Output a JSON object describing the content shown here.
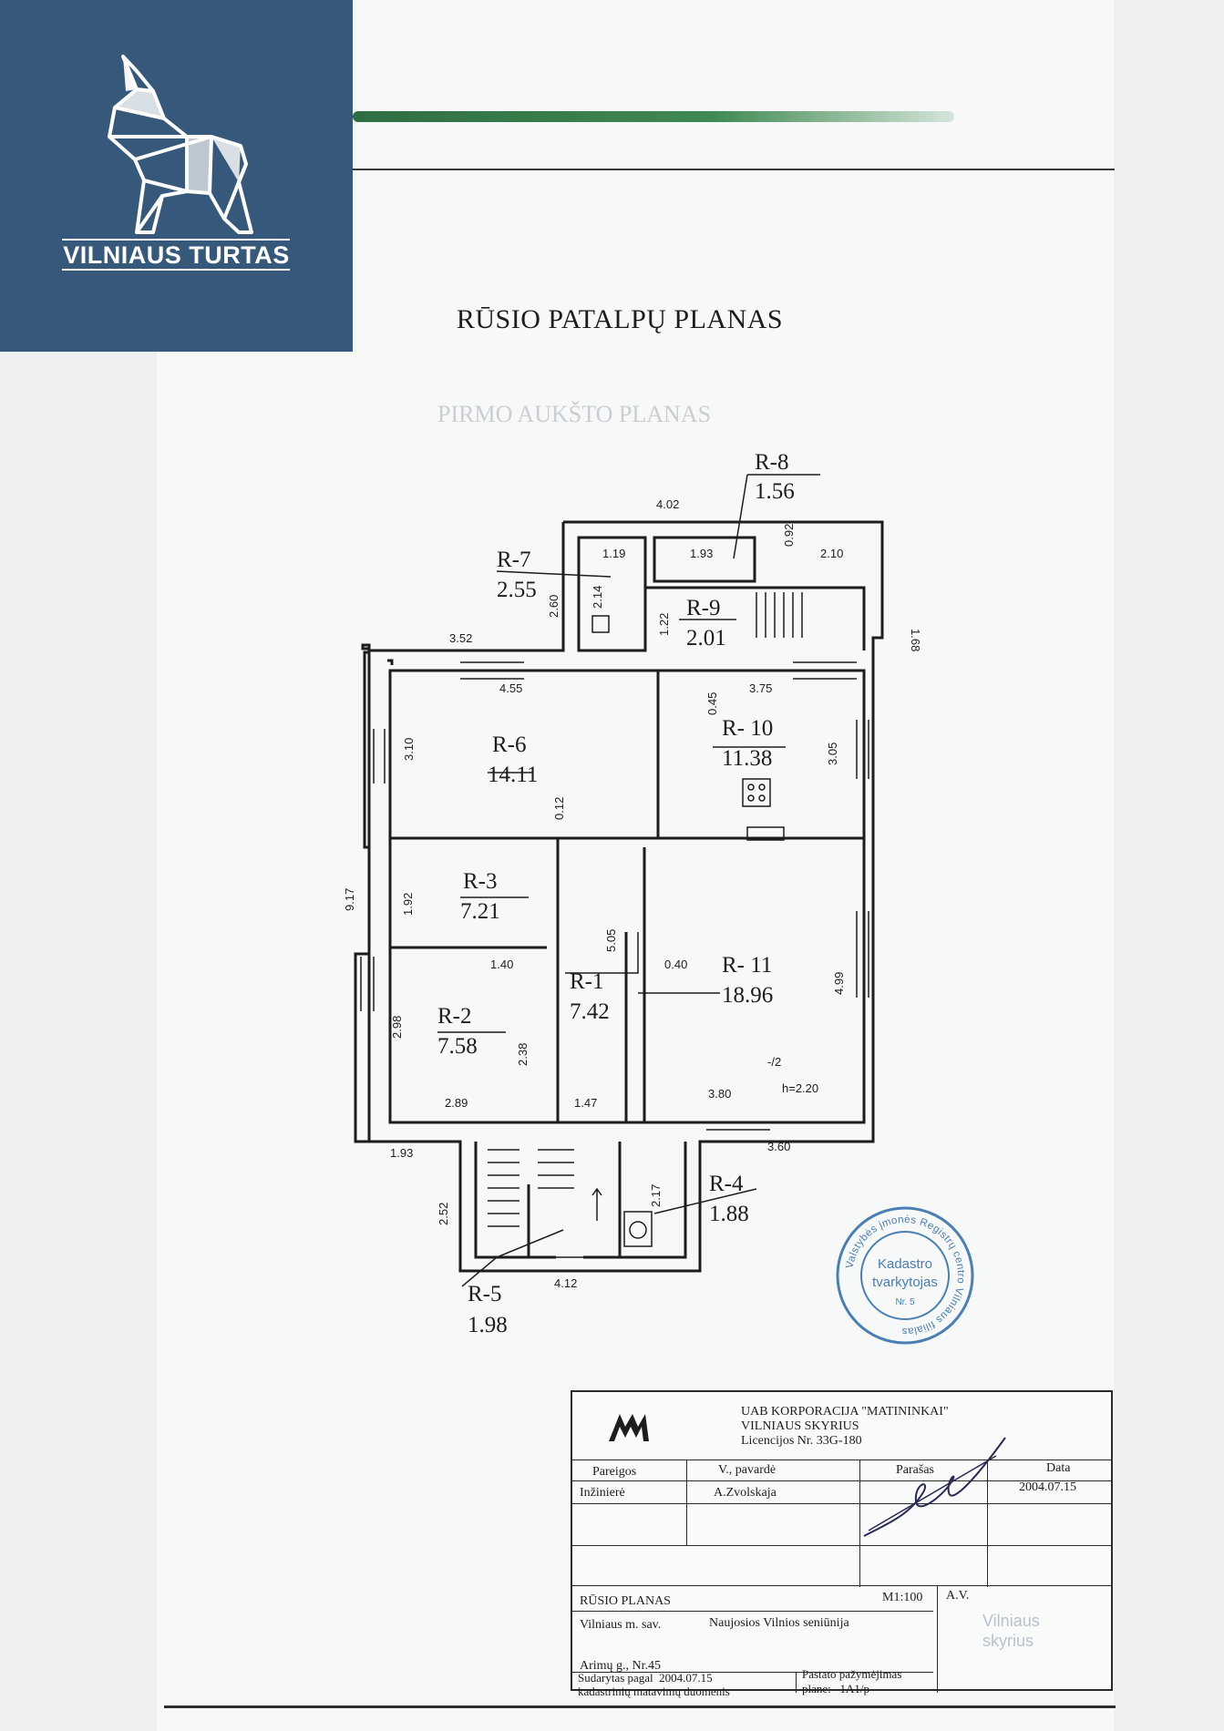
{
  "brand": {
    "name": "VILNIAUS TURTAS",
    "logo_icon": "wolf-logo-icon",
    "background": "#36587a"
  },
  "plan": {
    "title": "RŪSIO PATALPŲ PLANAS",
    "ghost_title": "PIRMO AUKŠTO PLANAS",
    "rooms": [
      {
        "id": "R-1",
        "area": "7.42"
      },
      {
        "id": "R-2",
        "area": "7.58"
      },
      {
        "id": "R-3",
        "area": "7.21"
      },
      {
        "id": "R-4",
        "area": "1.88"
      },
      {
        "id": "R-5",
        "area": "1.98"
      },
      {
        "id": "R-6",
        "area": "14.11"
      },
      {
        "id": "R-7",
        "area": "2.55"
      },
      {
        "id": "R-8",
        "area": "1.56"
      },
      {
        "id": "R-9",
        "area": "2.01"
      },
      {
        "id": "R- 10",
        "area": "11.38"
      },
      {
        "id": "R- 11",
        "area": "18.96"
      }
    ],
    "dimensions": [
      "4.02",
      "0.92",
      "2.10",
      "1.68",
      "1.19",
      "1.93",
      "2.14",
      "2.60",
      "1.22",
      "3.52",
      "4.55",
      "3.75",
      "0.45",
      "3.10",
      "3.05",
      "0.12",
      "9.17",
      "1.92",
      "5.05",
      "0.40",
      "1.40",
      "4.99",
      "2.98",
      "2.38",
      "2.89",
      "1.47",
      "3.80",
      "h=2.20",
      "1.93",
      "3.60",
      "2.52",
      "2.17",
      "4.12",
      "-/2"
    ]
  },
  "stamp": {
    "ring_text": "Valstybės įmonės Registrų centro Vilniaus filialas",
    "center_line1": "Kadastro",
    "center_line2": "tvarkytojas",
    "number": "Nr. 5",
    "color": "#4a7fb6"
  },
  "title_block": {
    "company_line1": "UAB KORPORACIJA \"MATININKAI\"",
    "company_line2": "VILNIAUS SKYRIUS",
    "company_line3": "Licencijos Nr. 33G-180",
    "col_position": "Pareigos",
    "col_name": "V., pavardė",
    "col_signature": "Parašas",
    "col_date": "Data",
    "position": "Inžinierė",
    "name": "A.Zvolskaja",
    "date": "2004.07.15",
    "plan_name": "RŪSIO PLANAS",
    "scale": "M1:100",
    "sheet": "A.V.",
    "municipality": "Vilniaus m. sav.",
    "eldership": "Naujosios Vilnios seniūnija",
    "address": "Arimų g., Nr.45",
    "compiled_label": "Sudarytas pagal",
    "compiled_date": "2004.07.15",
    "compiled_source": "kadastrinių matavimų duomenis",
    "certificate_label": "Pastato pažymėjimas",
    "certificate_plan_label": "plane:",
    "certificate_value": "1A1/p",
    "faint_stamp_line1": "Vilniaus",
    "faint_stamp_line2": "skyrius"
  }
}
